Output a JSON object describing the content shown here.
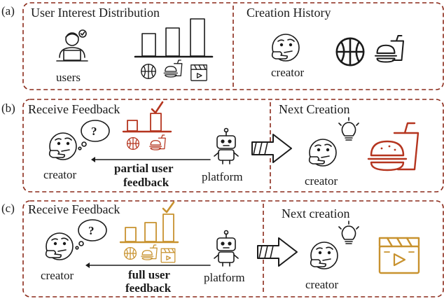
{
  "panels": [
    {
      "tag": "(a)",
      "left_title": "User Interest Distribution",
      "right_title": "Creation History",
      "users_label": "users",
      "creator_label": "creator"
    },
    {
      "tag": "(b)",
      "left_title": "Receive Feedback",
      "right_title": "Next Creation",
      "creator_label": "creator",
      "platform_label": "platform",
      "feedback_line1": "partial user",
      "feedback_line2": "feedback",
      "next_creator_label": "creator"
    },
    {
      "tag": "(c)",
      "left_title": "Receive Feedback",
      "right_title": "Next creation",
      "creator_label": "creator",
      "platform_label": "platform",
      "feedback_line1": "full user",
      "feedback_line2": "feedback",
      "next_creator_label": "creator"
    }
  ],
  "icons": {
    "thinking": "thinking-face-icon",
    "question": "question-thought-bubble-icon",
    "robot": "robot-icon",
    "arrow": "big-arrow-icon",
    "bulb": "light-bulb-icon",
    "basketball": "basketball-icon",
    "food": "burger-drink-icon",
    "clapper": "clapperboard-icon",
    "checkmark": "checkmark-icon",
    "user": "user-at-laptop-icon"
  },
  "colors": {
    "border": "#8b2a1a",
    "partial_feedback": "#b5351f",
    "full_feedback": "#c8922f",
    "ink": "#1a1a1a"
  }
}
